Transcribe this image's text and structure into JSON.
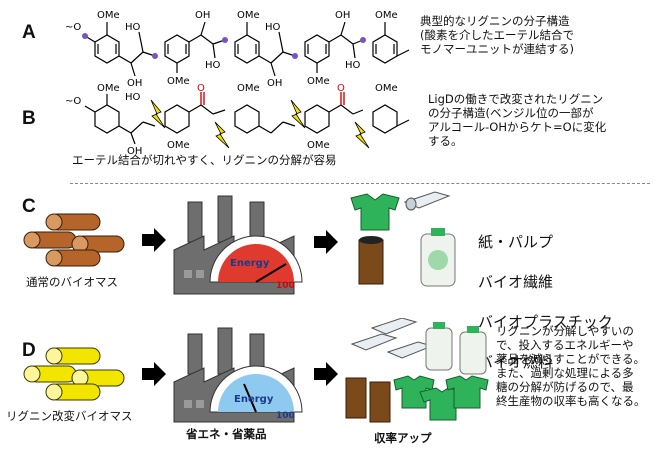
{
  "panels": {
    "a": {
      "letter": "A",
      "description": "典型的なリグニンの分子構造\n(酸素を介したエーテル結合で\nモノマーユニットが連結する)",
      "labels": {
        "ome": "OMe",
        "ho": "HO",
        "oh": "OH",
        "o": "O"
      }
    },
    "b": {
      "letter": "B",
      "description": "LigDの働きで改変されたリグニン\nの分子構造(ベンジル位の一部が\nアルコール-OHからケト=Oに変化\nする。",
      "caption": "エーテル結合が切れやすく、リグニンの分解が容易"
    },
    "c": {
      "letter": "C",
      "biomass_label": "通常のバイオマス",
      "gauge_label": "Energy",
      "gauge_value": "100",
      "products": [
        "紙・パルプ",
        "バイオ繊維",
        "バイオプラスチック",
        "バイオ燃料"
      ]
    },
    "d": {
      "letter": "D",
      "biomass_label": "リグニン改変バイオマス",
      "gauge_label": "Energy",
      "gauge_value": "100",
      "factory_caption": "省エネ・省薬品",
      "yield_caption": "収率アップ",
      "description": "リグニンが分解しやすいの\nで、投入するエネルギーや\n薬品を減らすことができる。\nまた、過剰な処理による多\n糖の分解が防げるので、最\n終生産物の収率も高くなる。"
    }
  },
  "colors": {
    "wood_normal": "#b5652a",
    "wood_modified": "#f2e600",
    "gauge_normal": "#e03a2e",
    "gauge_modified": "#8ec9ef",
    "shirt": "#2fb35a",
    "ketone": "#e00000",
    "bolt": "#f5e400"
  }
}
